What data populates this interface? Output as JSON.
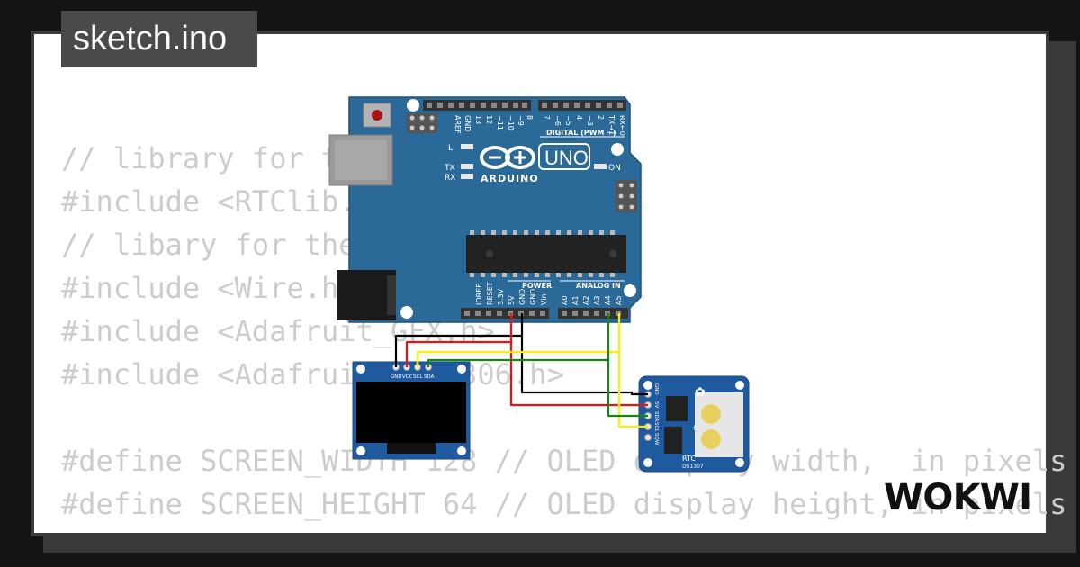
{
  "file_tab": {
    "title": "sketch.ino"
  },
  "code": {
    "lines": [
      "// library for the RTC",
      "#include <RTClib.h>",
      "// libary for the OLED",
      "#include <Wire.h>",
      "#include <Adafruit_GFX.h>",
      "#include <Adafruit_SSD1306.h>",
      "",
      "#define SCREEN_WIDTH 128 // OLED display width,  in pixels",
      "#define SCREEN_HEIGHT 64 // OLED display height, in pixels"
    ]
  },
  "arduino": {
    "brand": "ARDUINO",
    "model": "UNO",
    "digital_header": "DIGITAL (PWM ~)",
    "power_header": "POWER",
    "analog_header": "ANALOG IN",
    "led_l": "L",
    "led_tx": "TX",
    "led_rx": "RX",
    "led_on": "ON",
    "digital_pins": [
      "AREF",
      "GND",
      "13",
      "12",
      "~11",
      "~10",
      "~9",
      "8",
      "7",
      "~6",
      "~5",
      "4",
      "~3",
      "2",
      "TX→1",
      "RX←0"
    ],
    "power_pins": [
      "IOREF",
      "RESET",
      "3.3V",
      "5V",
      "GND",
      "GND",
      "Vin"
    ],
    "analog_pins": [
      "A0",
      "A1",
      "A2",
      "A3",
      "A4",
      "A5"
    ]
  },
  "oled": {
    "pins": [
      "GND",
      "VCC",
      "SCL",
      "SDA"
    ]
  },
  "rtc": {
    "label": "RTC",
    "chip": "DS1307",
    "pins": [
      "GND",
      "5V",
      "SDA",
      "SCL",
      "SQW"
    ]
  },
  "logo": {
    "text": "WOKWI"
  },
  "colors": {
    "board_blue": "#2b6a98",
    "wire_black": "#000000",
    "wire_red": "#ee1111",
    "wire_yellow": "#ffee00",
    "wire_green": "#118811"
  }
}
